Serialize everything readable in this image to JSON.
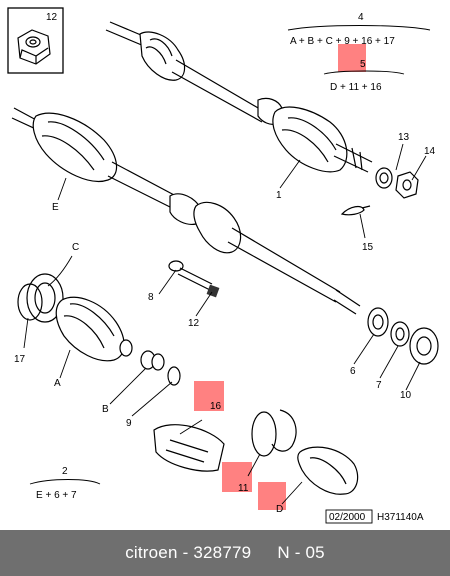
{
  "callouts": {
    "c1": "1",
    "c2": "2",
    "c4": "4",
    "c5": "5",
    "c6": "6",
    "c7": "7",
    "c8": "8",
    "c9": "9",
    "c10": "10",
    "c11": "11",
    "c12_box": "12",
    "c12": "12",
    "c13": "13",
    "c14": "14",
    "c15": "15",
    "c16": "16",
    "c17": "17",
    "cA": "A",
    "cB": "B",
    "cC": "C",
    "cD": "D",
    "cE": "E"
  },
  "formulas": {
    "f4": "A + B + C + 9 + 16 + 17",
    "f5": "D + 11 + 16",
    "f2": "E + 6 + 7"
  },
  "reference": {
    "date": "02/2000",
    "code": "H371140A"
  },
  "footer": {
    "brand": "citroen",
    "separator": "-",
    "part_number": "328779",
    "diagram_id": "N - 05"
  },
  "colors": {
    "highlight": "#ff6b6b",
    "footer_bg": "#6f6f6f"
  }
}
